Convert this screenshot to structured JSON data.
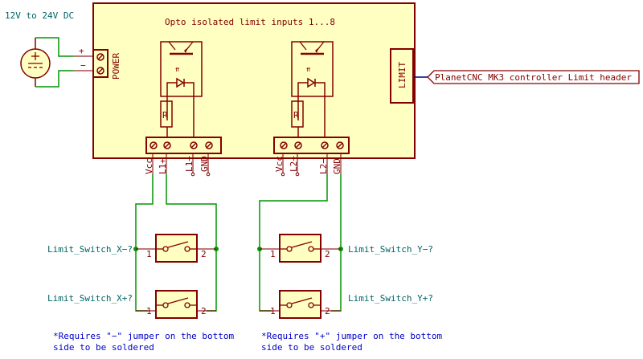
{
  "power_supply": {
    "label": "12V to 24V DC",
    "plus_label": "+",
    "minus_label": "−"
  },
  "board": {
    "title": "Opto isolated limit inputs 1...8",
    "power_connector_label": "POWER",
    "limit_header_label": "LIMIT",
    "resistor_labels": [
      "R",
      "R"
    ],
    "terminal_blocks": [
      {
        "pins": [
          "Vcc",
          "L1+",
          "L1−",
          "GND"
        ]
      },
      {
        "pins": [
          "Vcc",
          "L2+",
          "L2−",
          "GND"
        ]
      }
    ]
  },
  "global_label": {
    "text": "PlanetCNC MK3 controller Limit header"
  },
  "switches": [
    {
      "name": "Limit_Switch_X-?",
      "display": "Limit_Switch_X−?",
      "pin1": "1",
      "pin2": "2"
    },
    {
      "name": "Limit_Switch_X+?",
      "display": "Limit_Switch_X+?",
      "pin1": "1",
      "pin2": "2"
    },
    {
      "name": "Limit_Switch_Y-?",
      "display": "Limit_Switch_Y−?",
      "pin1": "1",
      "pin2": "2"
    },
    {
      "name": "Limit_Switch_Y+?",
      "display": "Limit_Switch_Y+?",
      "pin1": "1",
      "pin2": "2"
    }
  ],
  "notes": [
    {
      "line1": "*Requires \"−\" jumper on the bottom",
      "line2": "side to be soldered"
    },
    {
      "line1": "*Requires \"+\" jumper on the bottom",
      "line2": "side to be soldered"
    }
  ],
  "colors": {
    "component": "#840000",
    "component_fill": "#ffffc2",
    "wire": "#009600",
    "net_label": "#006464",
    "note_text": "#0000c8",
    "bus": "#000084"
  }
}
